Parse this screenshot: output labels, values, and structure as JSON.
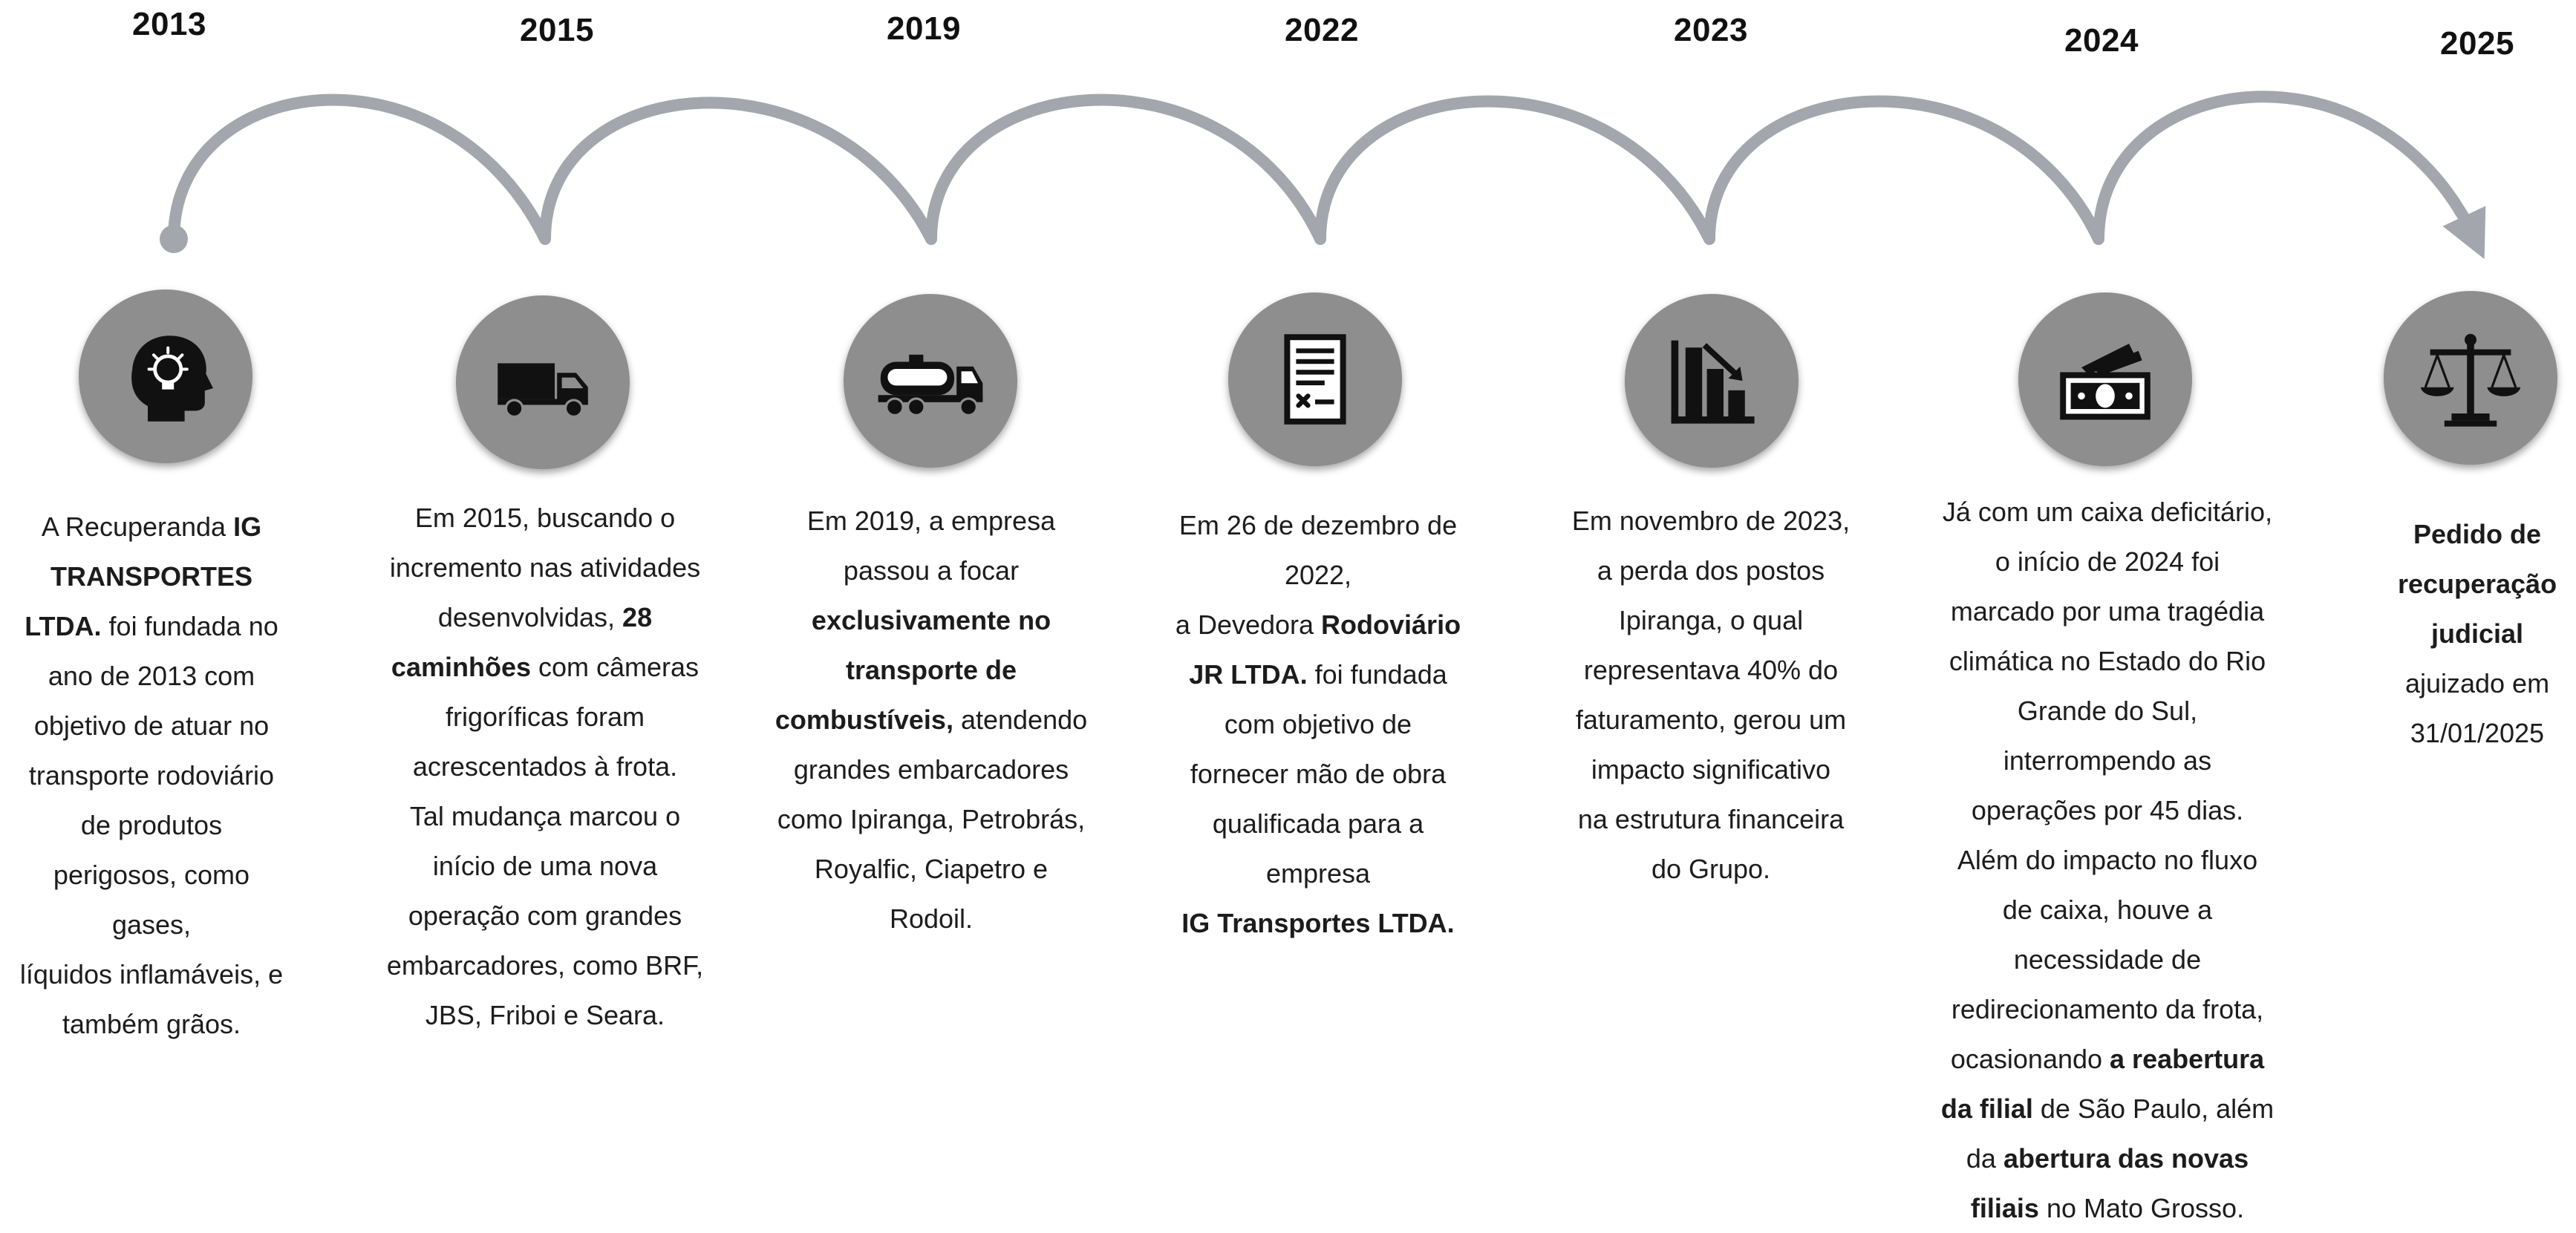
{
  "timeline": [
    {
      "year": "2013",
      "icon": "lightbulb-head-icon",
      "lines": [
        [
          {
            "t": "A Recuperanda "
          },
          {
            "t": "IG",
            "b": true
          }
        ],
        [
          {
            "t": "TRANSPORTES",
            "b": true
          }
        ],
        [
          {
            "t": "LTDA.",
            "b": true
          },
          {
            "t": " foi fundada no"
          }
        ],
        [
          {
            "t": "ano de 2013 com"
          }
        ],
        [
          {
            "t": "objetivo de atuar no"
          }
        ],
        [
          {
            "t": "transporte rodoviário"
          }
        ],
        [
          {
            "t": "de produtos"
          }
        ],
        [
          {
            "t": "perigosos, como"
          }
        ],
        [
          {
            "t": "gases,"
          }
        ],
        [
          {
            "t": "líquidos inflamáveis, e"
          }
        ],
        [
          {
            "t": "também grãos."
          }
        ]
      ]
    },
    {
      "year": "2015",
      "icon": "truck-icon",
      "lines": [
        [
          {
            "t": "Em 2015, buscando o"
          }
        ],
        [
          {
            "t": "incremento nas atividades"
          }
        ],
        [
          {
            "t": "desenvolvidas, "
          },
          {
            "t": "28",
            "b": true
          }
        ],
        [
          {
            "t": "caminhões",
            "b": true
          },
          {
            "t": " com câmeras"
          }
        ],
        [
          {
            "t": "frigoríficas foram"
          }
        ],
        [
          {
            "t": "acrescentados à frota."
          }
        ],
        [
          {
            "t": "Tal mudança marcou o"
          }
        ],
        [
          {
            "t": "início de uma nova"
          }
        ],
        [
          {
            "t": "operação com grandes"
          }
        ],
        [
          {
            "t": "embarcadores, como BRF,"
          }
        ],
        [
          {
            "t": "JBS, Friboi e Seara."
          }
        ]
      ]
    },
    {
      "year": "2019",
      "icon": "tanker-truck-icon",
      "lines": [
        [
          {
            "t": "Em 2019, a empresa"
          }
        ],
        [
          {
            "t": "passou a focar"
          }
        ],
        [
          {
            "t": "exclusivamente no",
            "b": true
          }
        ],
        [
          {
            "t": "transporte de",
            "b": true
          }
        ],
        [
          {
            "t": "combustíveis,",
            "b": true
          },
          {
            "t": " atendendo"
          }
        ],
        [
          {
            "t": "grandes embarcadores"
          }
        ],
        [
          {
            "t": "como Ipiranga, Petrobrás,"
          }
        ],
        [
          {
            "t": "Royalfic, Ciapetro e"
          }
        ],
        [
          {
            "t": "Rodoil."
          }
        ]
      ]
    },
    {
      "year": "2022",
      "icon": "contract-document-icon",
      "lines": [
        [
          {
            "t": "Em 26 de dezembro de"
          }
        ],
        [
          {
            "t": "2022,"
          }
        ],
        [
          {
            "t": "a Devedora "
          },
          {
            "t": "Rodoviário",
            "b": true
          }
        ],
        [
          {
            "t": "JR LTDA.",
            "b": true
          },
          {
            "t": " foi fundada"
          }
        ],
        [
          {
            "t": "com objetivo de"
          }
        ],
        [
          {
            "t": "fornecer mão de obra"
          }
        ],
        [
          {
            "t": "qualificada para a"
          }
        ],
        [
          {
            "t": "empresa"
          }
        ],
        [
          {
            "t": "IG Transportes LTDA.",
            "b": true
          }
        ]
      ]
    },
    {
      "year": "2023",
      "icon": "declining-chart-icon",
      "lines": [
        [
          {
            "t": "Em novembro de 2023,"
          }
        ],
        [
          {
            "t": "a perda dos postos"
          }
        ],
        [
          {
            "t": "Ipiranga, o qual"
          }
        ],
        [
          {
            "t": "representava 40% do"
          }
        ],
        [
          {
            "t": "faturamento, gerou um"
          }
        ],
        [
          {
            "t": "impacto significativo"
          }
        ],
        [
          {
            "t": "na estrutura financeira"
          }
        ],
        [
          {
            "t": "do Grupo."
          }
        ]
      ]
    },
    {
      "year": "2024",
      "icon": "money-bills-icon",
      "lines": [
        [
          {
            "t": "Já com um caixa deficitário,"
          }
        ],
        [
          {
            "t": "o início de 2024 foi"
          }
        ],
        [
          {
            "t": "marcado por uma tragédia"
          }
        ],
        [
          {
            "t": "climática no Estado do Rio"
          }
        ],
        [
          {
            "t": "Grande do Sul,"
          }
        ],
        [
          {
            "t": "interrompendo as"
          }
        ],
        [
          {
            "t": "operações por 45 dias."
          }
        ],
        [
          {
            "t": "Além do impacto no fluxo"
          }
        ],
        [
          {
            "t": "de caixa, houve a"
          }
        ],
        [
          {
            "t": "necessidade de"
          }
        ],
        [
          {
            "t": "redirecionamento da frota,"
          }
        ],
        [
          {
            "t": "ocasionando "
          },
          {
            "t": "a reabertura",
            "b": true
          }
        ],
        [
          {
            "t": "da filial",
            "b": true
          },
          {
            "t": " de São Paulo, além"
          }
        ],
        [
          {
            "t": "da "
          },
          {
            "t": "abertura das novas",
            "b": true
          }
        ],
        [
          {
            "t": "filiais",
            "b": true
          },
          {
            "t": " no Mato Grosso."
          }
        ]
      ]
    },
    {
      "year": "2025",
      "icon": "scales-of-justice-icon",
      "lines": [
        [
          {
            "t": "Pedido de",
            "b": true
          }
        ],
        [
          {
            "t": "recuperação",
            "b": true
          }
        ],
        [
          {
            "t": "judicial",
            "b": true
          }
        ],
        [
          {
            "t": "ajuizado em"
          }
        ],
        [
          {
            "t": "31/01/2025"
          }
        ]
      ]
    }
  ],
  "colors": {
    "arc": "#a3a7ad",
    "circle": "#8e8e8e",
    "icon": "#111111"
  }
}
